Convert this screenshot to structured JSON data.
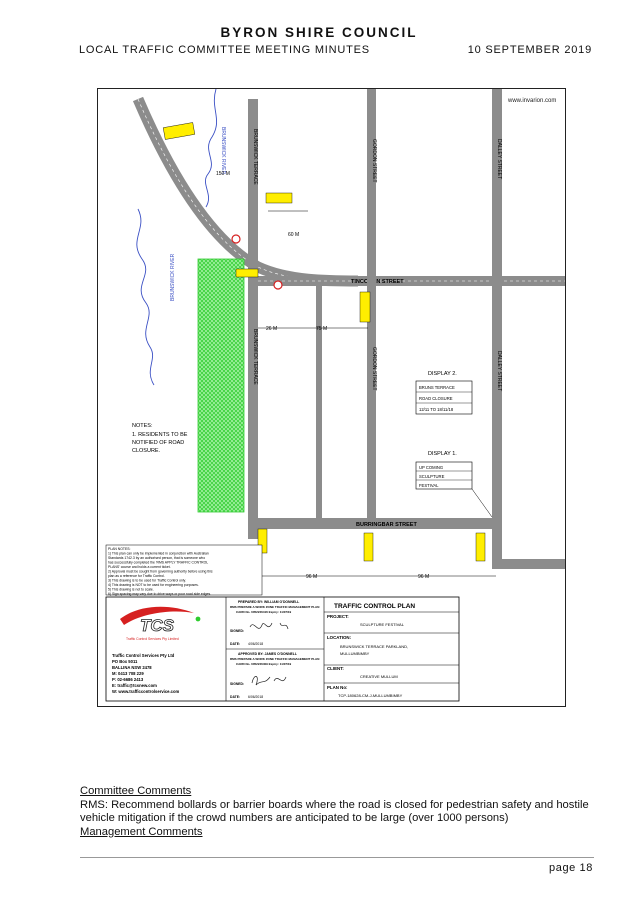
{
  "header": {
    "council": "BYRON SHIRE COUNCIL",
    "subtitle": "LOCAL TRAFFIC COMMITTEE MEETING MINUTES",
    "date": "10 SEPTEMBER 2019"
  },
  "plan": {
    "website": "www.invarion.com",
    "river_labels": [
      "BRUNSWICK RIVER",
      "BRUNSWICK RIVER"
    ],
    "streets": {
      "brunswick_terrace": "BRUNSWICK TERRACE",
      "gordon_street": "GORDON STREET",
      "dalley_street": "DALLEY STREET",
      "tincogan_street": "TINCOGAN STREET",
      "burringbar_street": "BURRINGBAR STREET"
    },
    "dimensions": {
      "d150": "150 M",
      "d60": "60 M",
      "d26": "26 M",
      "d75": "75 M",
      "d96a": "96 M",
      "d96b": "96 M"
    },
    "notes": {
      "title": "NOTES:",
      "lines": [
        "1. RESIDENTS TO BE",
        "NOTIFIED OF ROAD",
        "CLOSURE."
      ]
    },
    "display2": {
      "title": "DISPLAY 2.",
      "lines": [
        "BRUNS TERRACE",
        "ROAD CLOSURE",
        "12/11 TO 18/11/18"
      ]
    },
    "display1": {
      "title": "DISPLAY 1.",
      "lines": [
        "UP COMING",
        "SCULPTURE",
        "FESTIVAL"
      ]
    },
    "title_block": {
      "company_lines": [
        "Traffic Control Services Pty Ltd",
        "PO Box 5011",
        "BALLINA NSW 2478",
        "M: 0413 708 229",
        "P: 02-6686 2413",
        "E: traffic@tcsnew.com",
        "W: www.trafficcontrolservice.com"
      ],
      "logo_text": "TCS",
      "logo_caption": "Traffic Control Services Pty Limited",
      "prepared_by": "PREPARED BY: WILLIAM O'DONNELL",
      "prepared_cert": "RMS PREPARE A WORK ZONE TRAFFIC MANAGEMENT PLAN",
      "prepared_card": "CARD No. 0052246416 Expiry: 11/07/19",
      "signed_label": "SIGNED:",
      "date_label": "DATE:",
      "prepared_date": "4/06/2018",
      "approved_by": "APPROVED BY: JAMES O'DONNELL",
      "approved_cert": "RMS PREPARE A WORK ZONE TRAFFIC MANAGEMENT PLAN",
      "approved_card": "CARD No. 0052246409 Expiry: 11/07/19",
      "approved_date": "6/06/2018",
      "plan_title": "TRAFFIC CONTROL PLAN",
      "project_label": "PROJECT:",
      "project": "SCULPTURE FESTIVAL",
      "location_label": "LOCATION:",
      "location": [
        "BRUNSWICK TERRACE PARKLAND,",
        "MULLUMBIMBY"
      ],
      "client_label": "CLIENT:",
      "client": "CREATIVE MULLUM",
      "plan_no_label": "PLAN No:",
      "plan_no": "TCP-180628-CM-J-MULLUMBIMBY"
    },
    "legend_notes": [
      "PLAN NOTES:",
      "1) This plan can only be implemented in conjunction with Australian",
      "Standards 1742.3 by an authorised person, that is someone who",
      "has successfully completed the 'RMS APPLY TRAFFIC CONTROL",
      "PLANS' course and holds a current ticket.",
      "2) Approval must be sought from governing authority before using this",
      "plan as a reference for Traffic Control.",
      "3) This drawing is to be used for Traffic Control only.",
      "4) This drawing is NOT to be used for engineering purposes.",
      "5) This drawing is not to scale.",
      "6) Sign spacing may vary due to drive ways or poor road side edges."
    ]
  },
  "comments": {
    "committee_heading": "Committee Comments",
    "rms_text": "RMS:  Recommend bollards or barrier boards where the road is closed for pedestrian safety and hostile vehicle mitigation if the crowd numbers are anticipated to be large (over 1000 persons)",
    "management_heading": "Management Comments"
  },
  "footer": {
    "page": "page 18"
  },
  "colors": {
    "road": "#8c8c8c",
    "river": "#3a4fc4",
    "green_zone": "#33dd33",
    "sign_yellow": "#ffee00",
    "logo_red": "#d62020"
  }
}
